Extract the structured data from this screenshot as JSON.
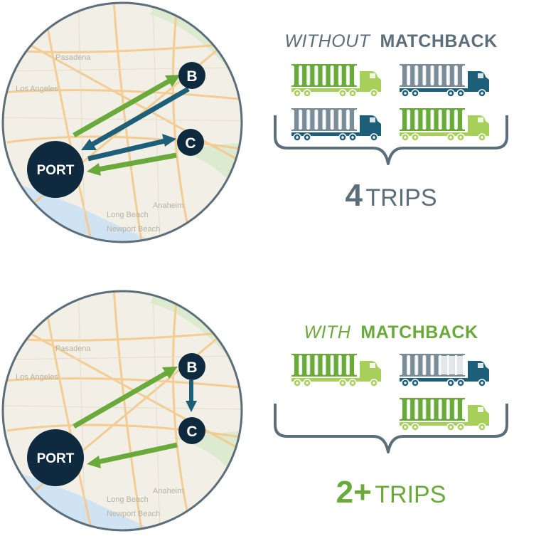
{
  "colors": {
    "green": "#6aaa3a",
    "lime": "#a6d05a",
    "navy": "#0f2a3e",
    "teal": "#1d5e78",
    "gray": "#7b8c99",
    "slate": "#5d6e7b",
    "map_bg": "#f1efe6",
    "map_road": "#f3c98a",
    "map_water": "#cfe3f2",
    "map_park": "#dcebd0"
  },
  "scenes": [
    {
      "id": "without",
      "qualifier": "WITHOUT",
      "keyword": "MATCHBACK",
      "trip_count": "4",
      "trip_label": "TRIPS",
      "nodes": {
        "port": "PORT",
        "b": "B",
        "c": "C"
      },
      "map_labels": [
        "Pasadena",
        "Los Angeles",
        "Long Beach",
        "Anaheim",
        "Newport Beach"
      ],
      "routes": [
        {
          "from": "port",
          "to": "b",
          "color": "green",
          "style": "loaded"
        },
        {
          "from": "b",
          "to": "port",
          "color": "teal",
          "style": "empty"
        },
        {
          "from": "port",
          "to": "c",
          "color": "teal",
          "style": "empty"
        },
        {
          "from": "c",
          "to": "port",
          "color": "green",
          "style": "loaded"
        }
      ],
      "trucks": [
        {
          "cab": "lime",
          "container": "green",
          "empty_slots": 0
        },
        {
          "cab": "teal",
          "container": "gray",
          "empty_slots": 0
        },
        {
          "cab": "teal",
          "container": "gray",
          "empty_slots": 0
        },
        {
          "cab": "lime",
          "container": "green",
          "empty_slots": 0
        }
      ]
    },
    {
      "id": "with",
      "qualifier": "WITH",
      "keyword": "MATCHBACK",
      "trip_count": "2+",
      "trip_label": "TRIPS",
      "nodes": {
        "port": "PORT",
        "b": "B",
        "c": "C"
      },
      "map_labels": [
        "Pasadena",
        "Los Angeles",
        "Long Beach",
        "Anaheim",
        "Newport Beach"
      ],
      "routes": [
        {
          "from": "port",
          "to": "b",
          "color": "green",
          "style": "loaded"
        },
        {
          "from": "b",
          "to": "c",
          "color": "teal",
          "style": "empty"
        },
        {
          "from": "c",
          "to": "port",
          "color": "green",
          "style": "loaded"
        }
      ],
      "trucks": [
        {
          "cab": "lime",
          "container": "green",
          "empty_slots": 0
        },
        {
          "cab": "teal",
          "container": "gray",
          "empty_slots": 3
        },
        {
          "cab": "lime",
          "container": "green",
          "empty_slots": 0
        }
      ]
    }
  ]
}
